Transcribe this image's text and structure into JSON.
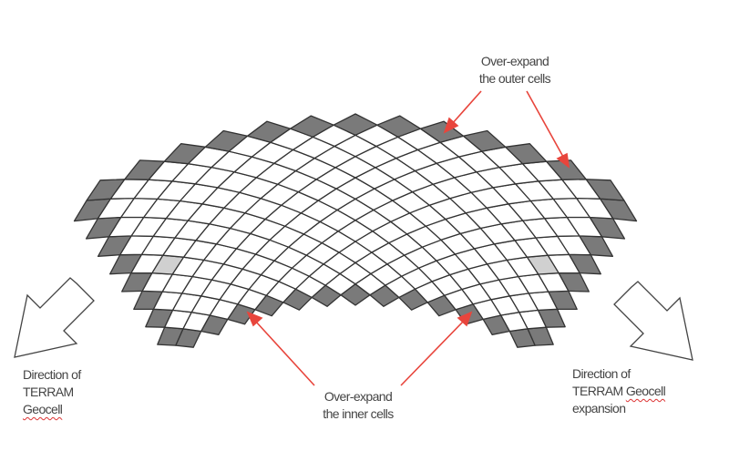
{
  "labels": {
    "outer": {
      "line1": "Over-expand",
      "line2": "the outer cells"
    },
    "inner": {
      "line1": "Over-expand",
      "line2": "the inner cells"
    },
    "left": {
      "line1": "Direction of",
      "line2": "TERRAM",
      "line3": "Geocell"
    },
    "right": {
      "line1": "Direction of",
      "line2a": "TERRAM ",
      "line2b": "Geocell",
      "line3": "expansion"
    }
  },
  "colors": {
    "arrow": "#e8453c",
    "dark_cell": "#7a7a7a",
    "light_cell": "#d0d0d0",
    "cell_stroke": "#333333"
  }
}
